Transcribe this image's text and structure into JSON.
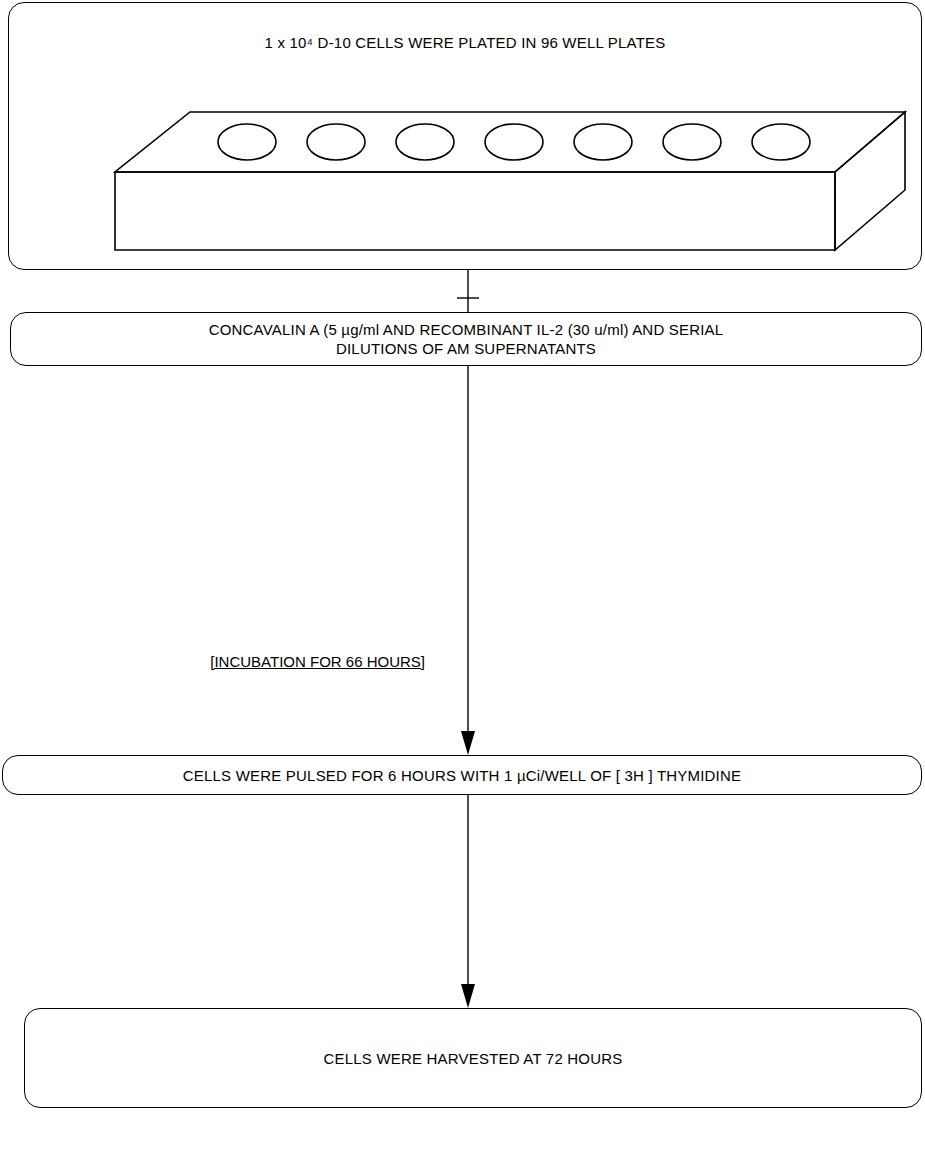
{
  "diagram": {
    "nodes": [
      {
        "text": [
          "1 x 10⁴ D-10 CELLS WERE PLATED IN 96 WELL PLATES"
        ]
      },
      {
        "text": [
          "CONCAVALIN A (5 µg/ml AND RECOMBINANT IL-2 (30 u/ml) AND SERIAL DILUTIONS OF AM SUPERNATANTS"
        ]
      },
      {
        "text": [
          "CELLS WERE PULSED FOR 6 HOURS WITH 1 µCi/WELL OF [ 3H ] THYMIDINE"
        ]
      },
      {
        "text": [
          "CELLS WERE HARVESTED AT 72 HOURS"
        ]
      }
    ],
    "edges": [
      {
        "from": 0,
        "to": 1,
        "arrow": "none"
      },
      {
        "from": 1,
        "to": 2,
        "label": "[INCUBATION FOR 66 HOURS]",
        "arrow": "to"
      },
      {
        "from": 2,
        "to": 3,
        "arrow": "to"
      }
    ]
  }
}
